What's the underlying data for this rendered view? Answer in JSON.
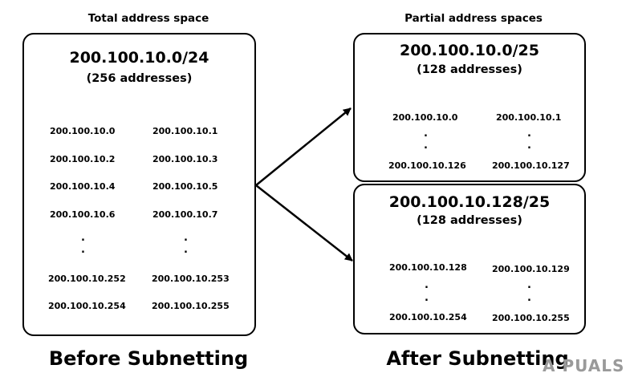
{
  "left": {
    "header": "Total address space",
    "network": "200.100.10.0/24",
    "count": "(256 addresses)",
    "col1": [
      "200.100.10.0",
      "200.100.10.2",
      "200.100.10.4",
      "200.100.10.6"
    ],
    "col2": [
      "200.100.10.1",
      "200.100.10.3",
      "200.100.10.5",
      "200.100.10.7"
    ],
    "col1_end": [
      "200.100.10.252",
      "200.100.10.254"
    ],
    "col2_end": [
      "200.100.10.253",
      "200.100.10.255"
    ],
    "footer": "Before Subnetting"
  },
  "right": {
    "header": "Partial address spaces",
    "subnet_a": {
      "network": "200.100.10.0/25",
      "count": "(128 addresses)",
      "first_left": "200.100.10.0",
      "first_right": "200.100.10.1",
      "last_left": "200.100.10.126",
      "last_right": "200.100.10.127"
    },
    "subnet_b": {
      "network": "200.100.10.128/25",
      "count": "(128 addresses)",
      "first_left": "200.100.10.128",
      "first_right": "200.100.10.129",
      "last_left": "200.100.10.254",
      "last_right": "200.100.10.255"
    },
    "footer": "After Subnetting"
  },
  "ellipsis": ".",
  "watermark": "A PUALS"
}
